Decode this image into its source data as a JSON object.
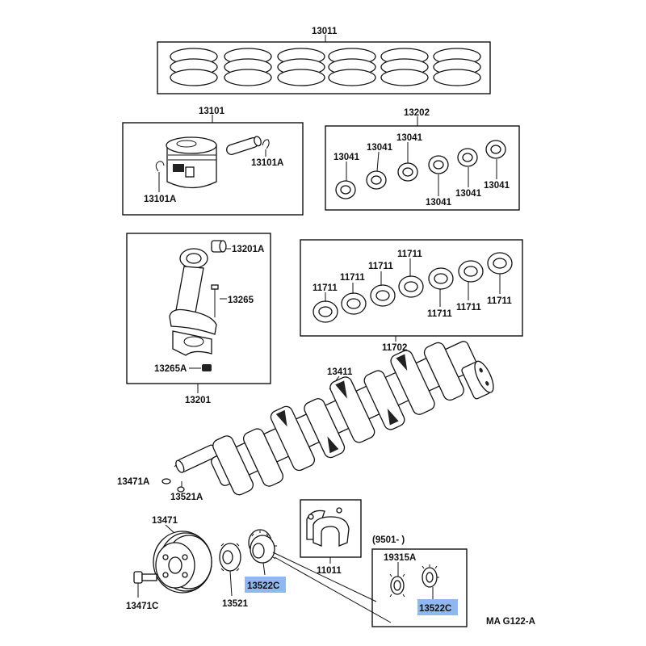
{
  "diagram": {
    "code": "MA  G122-A",
    "highlight_color": "#8fb8f0",
    "labels": {
      "ring_set": "13011",
      "piston_sub": "13101",
      "piston_snap_ring_left": "13101A",
      "piston_snap_ring_right": "13101A",
      "crank_bearing_set": "13202",
      "crank_bearing_1": "13041",
      "crank_bearing_2": "13041",
      "crank_bearing_3": "13041",
      "crank_bearing_4": "13041",
      "crank_bearing_5": "13041",
      "crank_bearing_6": "13041",
      "rod_bushing": "13201A",
      "rod_bolt": "13265",
      "rod_nut": "13265A",
      "rod_sub": "13201",
      "main_bearing_1": "11711",
      "main_bearing_2": "11711",
      "main_bearing_3": "11711",
      "main_bearing_4": "11711",
      "main_bearing_5": "11711",
      "main_bearing_6": "11711",
      "main_bearing_7": "11711",
      "main_bearing_set": "11702",
      "crankshaft": "13411",
      "pulley_key": "13471A",
      "gear_key": "13521A",
      "pulley": "13471",
      "pulley_bolt": "13471C",
      "timing_gear": "13521",
      "gear_highlight_main": "13522C",
      "thrust_washer_set": "11011",
      "date_range": "(9501-       )",
      "inset_part": "19315A",
      "gear_highlight_inset": "13522C"
    }
  }
}
